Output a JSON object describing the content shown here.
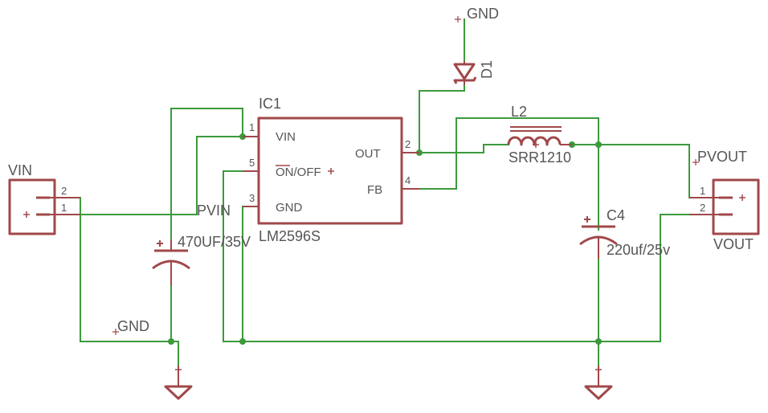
{
  "ic": {
    "ref": "IC1",
    "part": "LM2596S",
    "pins": [
      {
        "num": "1",
        "name": "VIN"
      },
      {
        "num": "5",
        "name": "ON/OFF"
      },
      {
        "num": "3",
        "name": "GND"
      },
      {
        "num": "2",
        "name": "OUT"
      },
      {
        "num": "4",
        "name": "FB"
      }
    ]
  },
  "vin_connector": {
    "ref": "VIN",
    "pins": [
      "2",
      "1"
    ]
  },
  "vout_connector": {
    "ref": "VOUT",
    "pins": [
      "1",
      "2"
    ]
  },
  "c_in": {
    "value": "470UF/35V"
  },
  "c_out": {
    "ref": "C4",
    "value": "220uf/25v"
  },
  "inductor": {
    "ref": "L2",
    "value": "SRR1210"
  },
  "diode": {
    "ref": "D1"
  },
  "nets": {
    "gnd_top": "GND",
    "gnd_left": "GND",
    "pvin": "PVIN",
    "pvout": "PVOUT"
  },
  "colors": {
    "wire": "#3c9a3c",
    "symbol": "#a0484a",
    "text": "#555555"
  }
}
